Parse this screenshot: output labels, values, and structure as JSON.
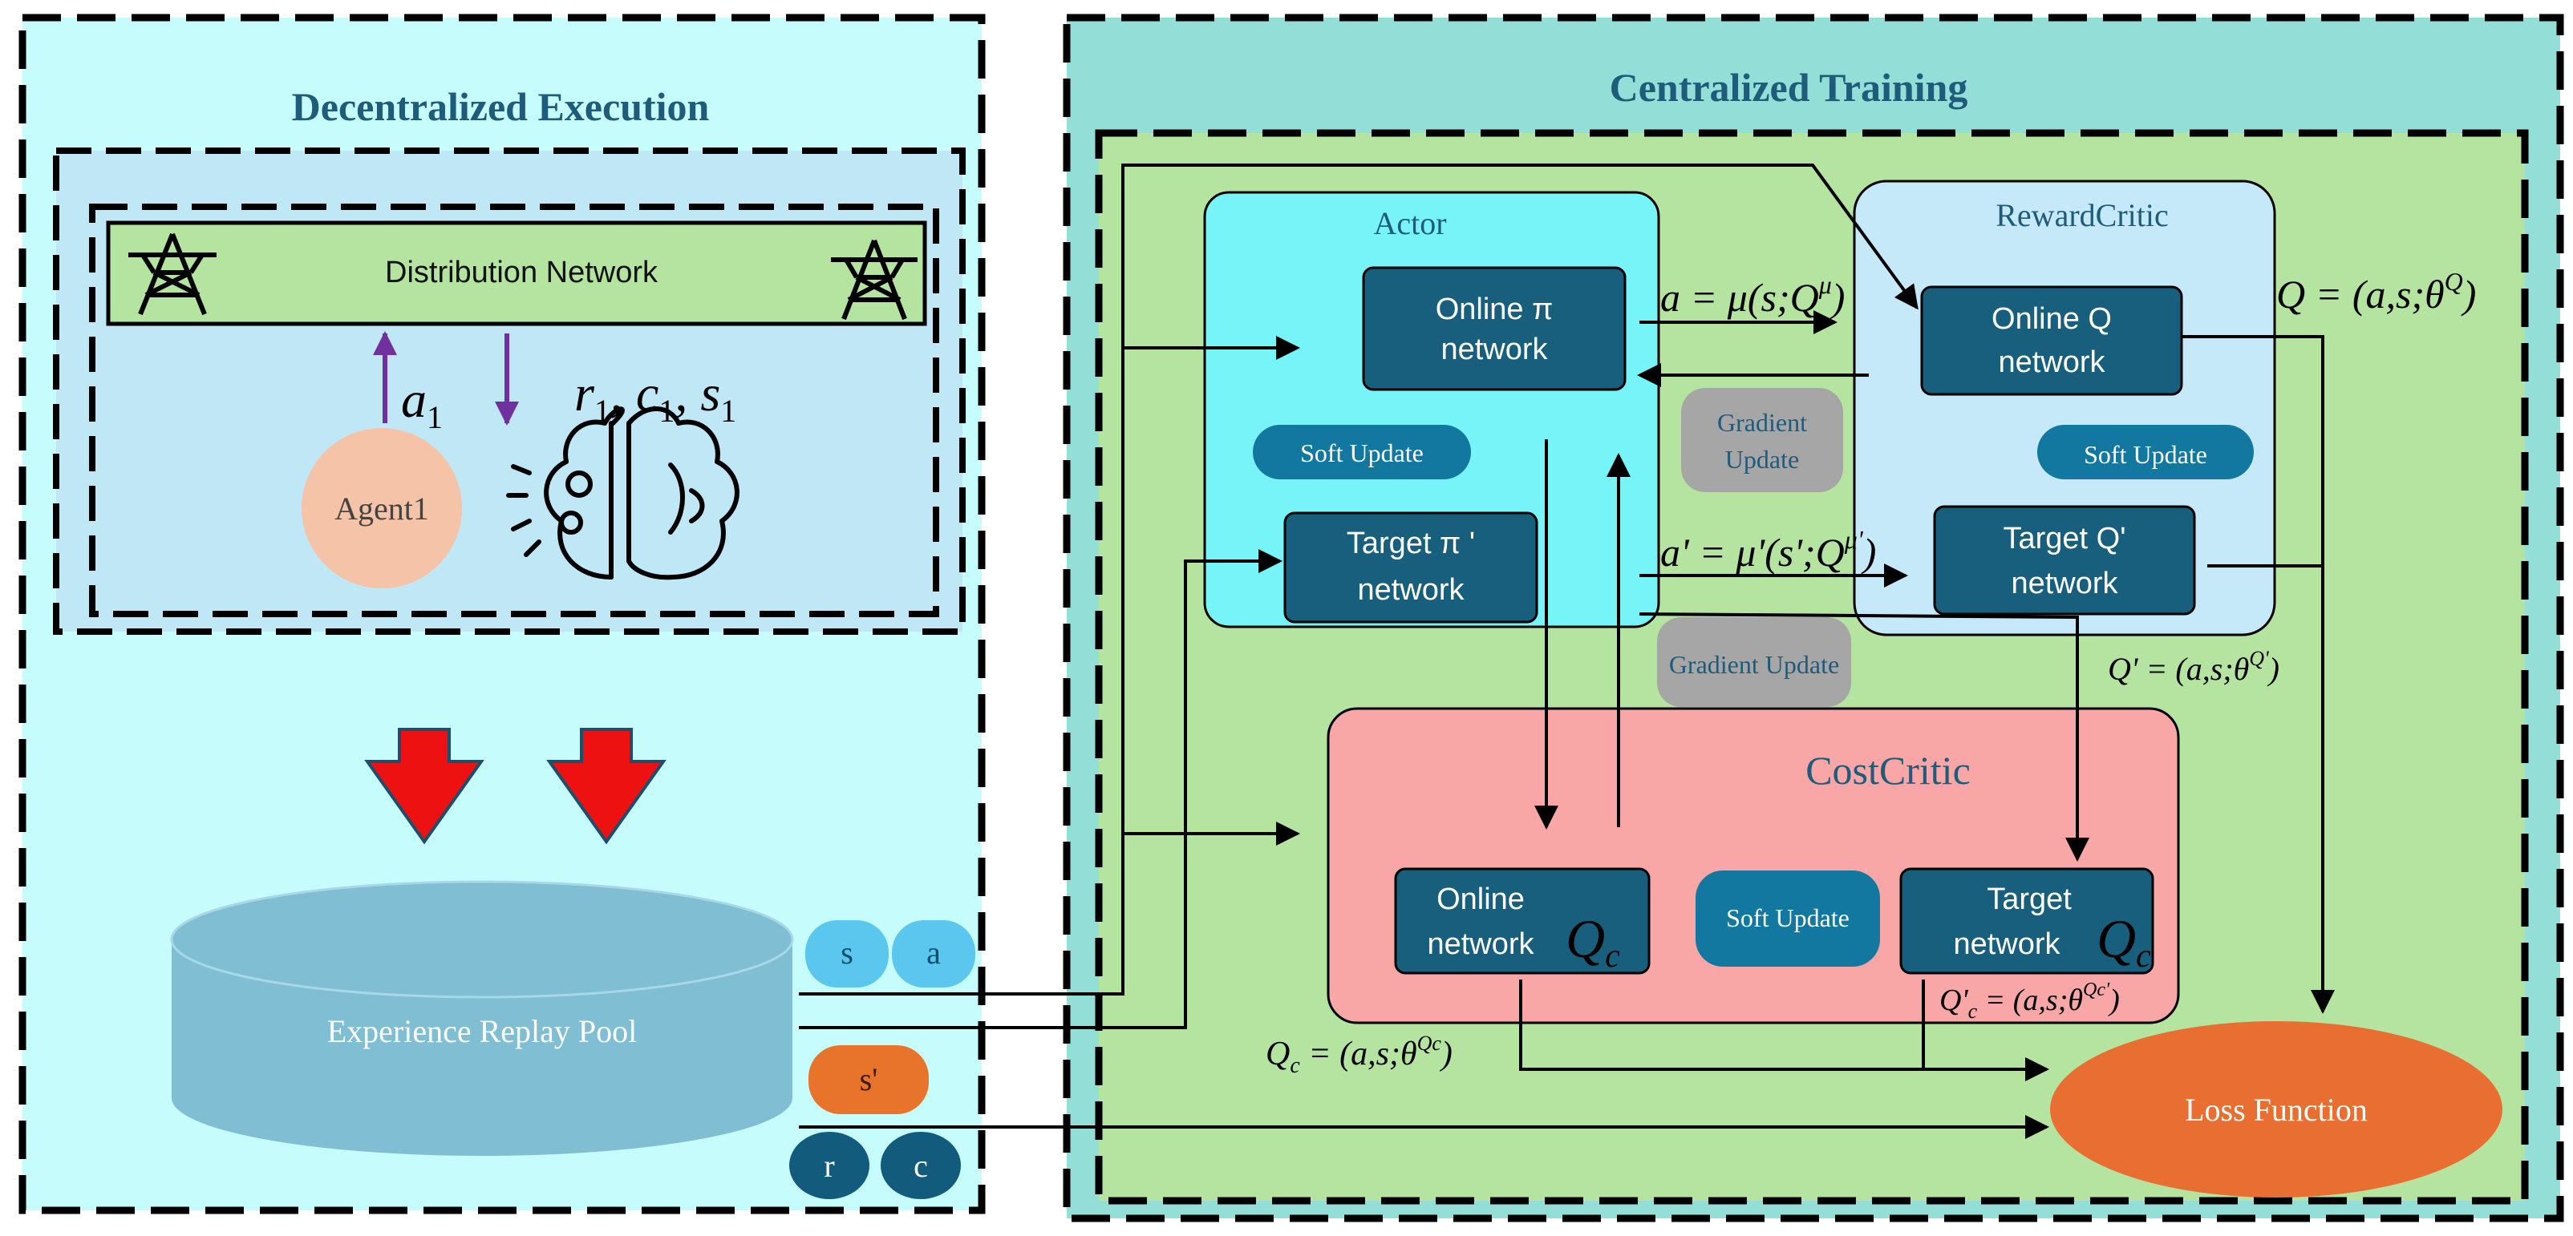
{
  "sections": {
    "decentralized_title": "Decentralized Execution",
    "centralized_title": "Centralized Training"
  },
  "env": {
    "network_label": "Distribution Network",
    "agent_label": "Agent1",
    "action_label": "a",
    "action_sub": "1",
    "obs_label_parts": [
      "r",
      "1",
      ", c",
      "1",
      ", s",
      "1"
    ]
  },
  "pool": {
    "label": "Experience Replay Pool",
    "chips": [
      "s",
      "a",
      "s'",
      "r",
      "c"
    ]
  },
  "actor": {
    "title": "Actor",
    "online_line1": "Online  π",
    "online_line2": "network",
    "target_line1": "Target  π '",
    "target_line2": "network",
    "soft_update": "Soft Update"
  },
  "reward_critic": {
    "title": "RewardCritic",
    "online_line1": "Online  Q",
    "online_line2": "network",
    "target_line1": "Target  Q'",
    "target_line2": "network",
    "soft_update": "Soft Update"
  },
  "cost_critic": {
    "title": "CostCritic",
    "online_line1": "Online",
    "online_line2": "network",
    "target_line1": "Target",
    "target_line2": "network",
    "soft_update": "Soft Update",
    "qc_symbol": "Q",
    "qc_sub": "c"
  },
  "gradient": {
    "top_line1": "Gradient",
    "top_line2": "Update",
    "bottom": "Gradient Update"
  },
  "equations": {
    "a_mu": "a = μ(s;Q",
    "a_mu_sup": "μ",
    "a_prime_mu": "a' = μ'(s';Q",
    "a_prime_mu_sup": "μ'",
    "q": "Q = (a,s;θ",
    "q_sup": "Q",
    "q_prime": "Q' = (a,s;θ",
    "q_prime_sup": "Q'",
    "qc": "Q",
    "qc_sub": "c",
    "qc_rhs": " = (a,s;θ",
    "qc_sup": "Qc",
    "qc_prime": "Q'",
    "qc_prime_sub": "c",
    "qc_prime_rhs": " = (a,s;θ",
    "qc_prime_sup": "Qc'",
    "close": ")"
  },
  "loss": {
    "label": "Loss Function"
  },
  "colors": {
    "left_bg": "#c7fcfc",
    "right_bg": "#93ded6",
    "green_bg": "#b5e4a0",
    "inner_blue": "#c0e7f5",
    "network_bar": "#b5e3a0",
    "agent": "#f5c3a8",
    "pool": "#7fbed3",
    "chip_light": "#5bc6ee",
    "chip_orange": "#e8742b",
    "chip_dark": "#135b7c",
    "actor_bg": "#77f4f7",
    "reward_bg": "#c5e9f8",
    "cost_bg": "#f8a6a6",
    "net_box": "#175f7c",
    "soft_pill": "#1378a0",
    "gradient": "#a6a6a6",
    "loss": "#e86f31",
    "red_arrow": "#ee1111",
    "purple": "#7030a0",
    "title_blue": "#1f5b7a"
  }
}
